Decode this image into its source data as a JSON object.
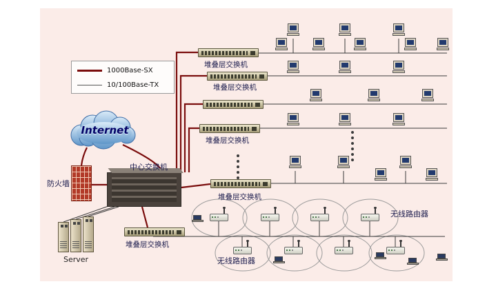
{
  "legend": {
    "items": [
      {
        "label": "1000Base-SX",
        "color": "#7a0c0c"
      },
      {
        "label": "10/100Base-TX",
        "color": "#555555"
      }
    ]
  },
  "labels": {
    "internet": "Internet",
    "firewall": "防火墙",
    "central_switch": "中心交换机",
    "stacked_switch": "堆叠层交换机",
    "server": "Server",
    "wireless_router": "无线路由器"
  },
  "colors": {
    "background": "#fbece8",
    "backbone_line_1000base": "#7a0c0c",
    "ethernet_line_10100base": "#3a3a3a",
    "cloud_blue": "#5f96c9",
    "firewall_brick_red": "#b23a28"
  }
}
